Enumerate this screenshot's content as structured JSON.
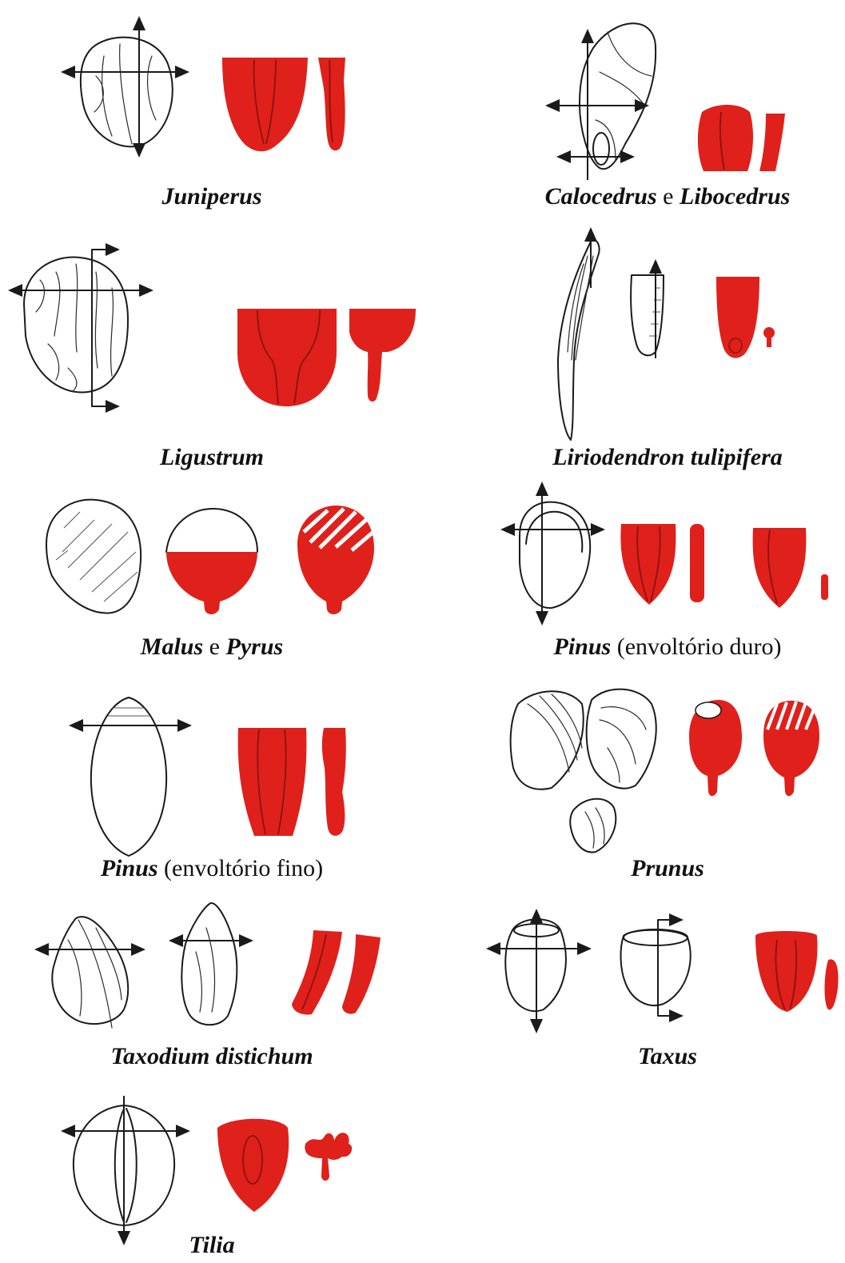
{
  "colors": {
    "embryo_fill": "#e0201b",
    "outline": "#1a1a1a",
    "background": "#ffffff"
  },
  "captions": {
    "juniperus": {
      "italic1": "Juniperus",
      "plain": "",
      "italic2": "",
      "plain2": ""
    },
    "calocedrus": {
      "italic1": "Calocedrus",
      "plain": " e ",
      "italic2": "Libocedrus",
      "plain2": ""
    },
    "ligustrum": {
      "italic1": "Ligustrum",
      "plain": "",
      "italic2": "",
      "plain2": ""
    },
    "liriodendron": {
      "italic1": "Liriodendron tulipifera",
      "plain": "",
      "italic2": "",
      "plain2": ""
    },
    "malus": {
      "italic1": "Malus",
      "plain": " e ",
      "italic2": "Pyrus",
      "plain2": ""
    },
    "pinus_duro": {
      "italic1": "Pinus",
      "plain": " (envoltório duro)",
      "italic2": "",
      "plain2": ""
    },
    "pinus_fino": {
      "italic1": "Pinus",
      "plain": " (envoltório fino)",
      "italic2": "",
      "plain2": ""
    },
    "prunus": {
      "italic1": "Prunus",
      "plain": "",
      "italic2": "",
      "plain2": ""
    },
    "taxodium": {
      "italic1": "Taxodium distichum",
      "plain": "",
      "italic2": "",
      "plain2": ""
    },
    "taxus": {
      "italic1": "Taxus",
      "plain": "",
      "italic2": "",
      "plain2": ""
    },
    "tilia": {
      "italic1": "Tilia",
      "plain": "",
      "italic2": "",
      "plain2": ""
    }
  }
}
